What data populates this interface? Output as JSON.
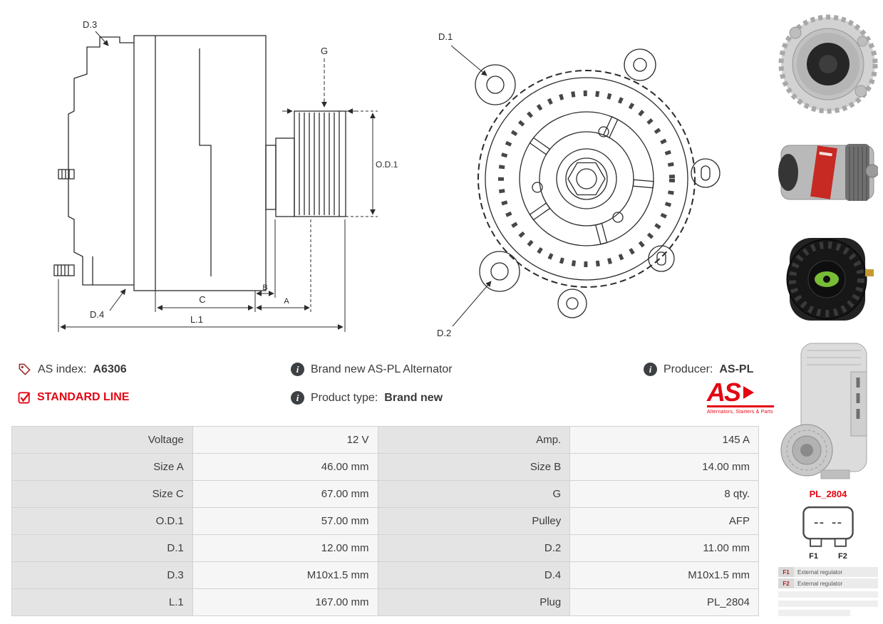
{
  "info": {
    "as_index_label": "AS index:",
    "as_index_value": "A6306",
    "standard_line": "STANDARD LINE",
    "brand_new_text": "Brand new AS-PL Alternator",
    "product_type_label": "Product type:",
    "product_type_value": "Brand new",
    "producer_label": "Producer:",
    "producer_value": "AS-PL"
  },
  "logo": {
    "text": "AS",
    "tagline": "Alternators, Starters & Parts"
  },
  "drawings": {
    "side": {
      "d3": "D.3",
      "g": "G",
      "od1": "O.D.1",
      "c": "C",
      "b": "B",
      "a": "A",
      "l1": "L.1",
      "d4": "D.4"
    },
    "front": {
      "d1": "D.1",
      "d2": "D.2"
    }
  },
  "connector": {
    "name": "PL_2804",
    "pin1": "F1",
    "pin2": "F2",
    "legend": [
      {
        "pin": "F1",
        "desc": "External regulator"
      },
      {
        "pin": "F2",
        "desc": "External regulator"
      }
    ]
  },
  "spec_table": {
    "rows": [
      {
        "l1": "Voltage",
        "v1": "12 V",
        "l2": "Amp.",
        "v2": "145 A"
      },
      {
        "l1": "Size A",
        "v1": "46.00 mm",
        "l2": "Size B",
        "v2": "14.00 mm"
      },
      {
        "l1": "Size C",
        "v1": "67.00 mm",
        "l2": "G",
        "v2": "8 qty."
      },
      {
        "l1": "O.D.1",
        "v1": "57.00 mm",
        "l2": "Pulley",
        "v2": "AFP"
      },
      {
        "l1": "D.1",
        "v1": "12.00 mm",
        "l2": "D.2",
        "v2": "11.00 mm"
      },
      {
        "l1": "D.3",
        "v1": "M10x1.5 mm",
        "l2": "D.4",
        "v2": "M10x1.5 mm"
      },
      {
        "l1": "L.1",
        "v1": "167.00 mm",
        "l2": "Plug",
        "v2": "PL_2804"
      }
    ]
  },
  "icons": {
    "tag": "tag-icon",
    "check": "checkbox-checked-icon",
    "info": "info-icon",
    "info_glyph": "i"
  },
  "colors": {
    "accent_red": "#e30613",
    "table_label_bg": "#e4e4e4",
    "table_value_bg": "#f6f6f6",
    "text": "#3a3a3a"
  },
  "photos": [
    {
      "name": "alternator-front-photo"
    },
    {
      "name": "alternator-side-photo-with-red-label"
    },
    {
      "name": "alternator-rear-black-photo"
    },
    {
      "name": "alternator-angle-photo"
    }
  ]
}
